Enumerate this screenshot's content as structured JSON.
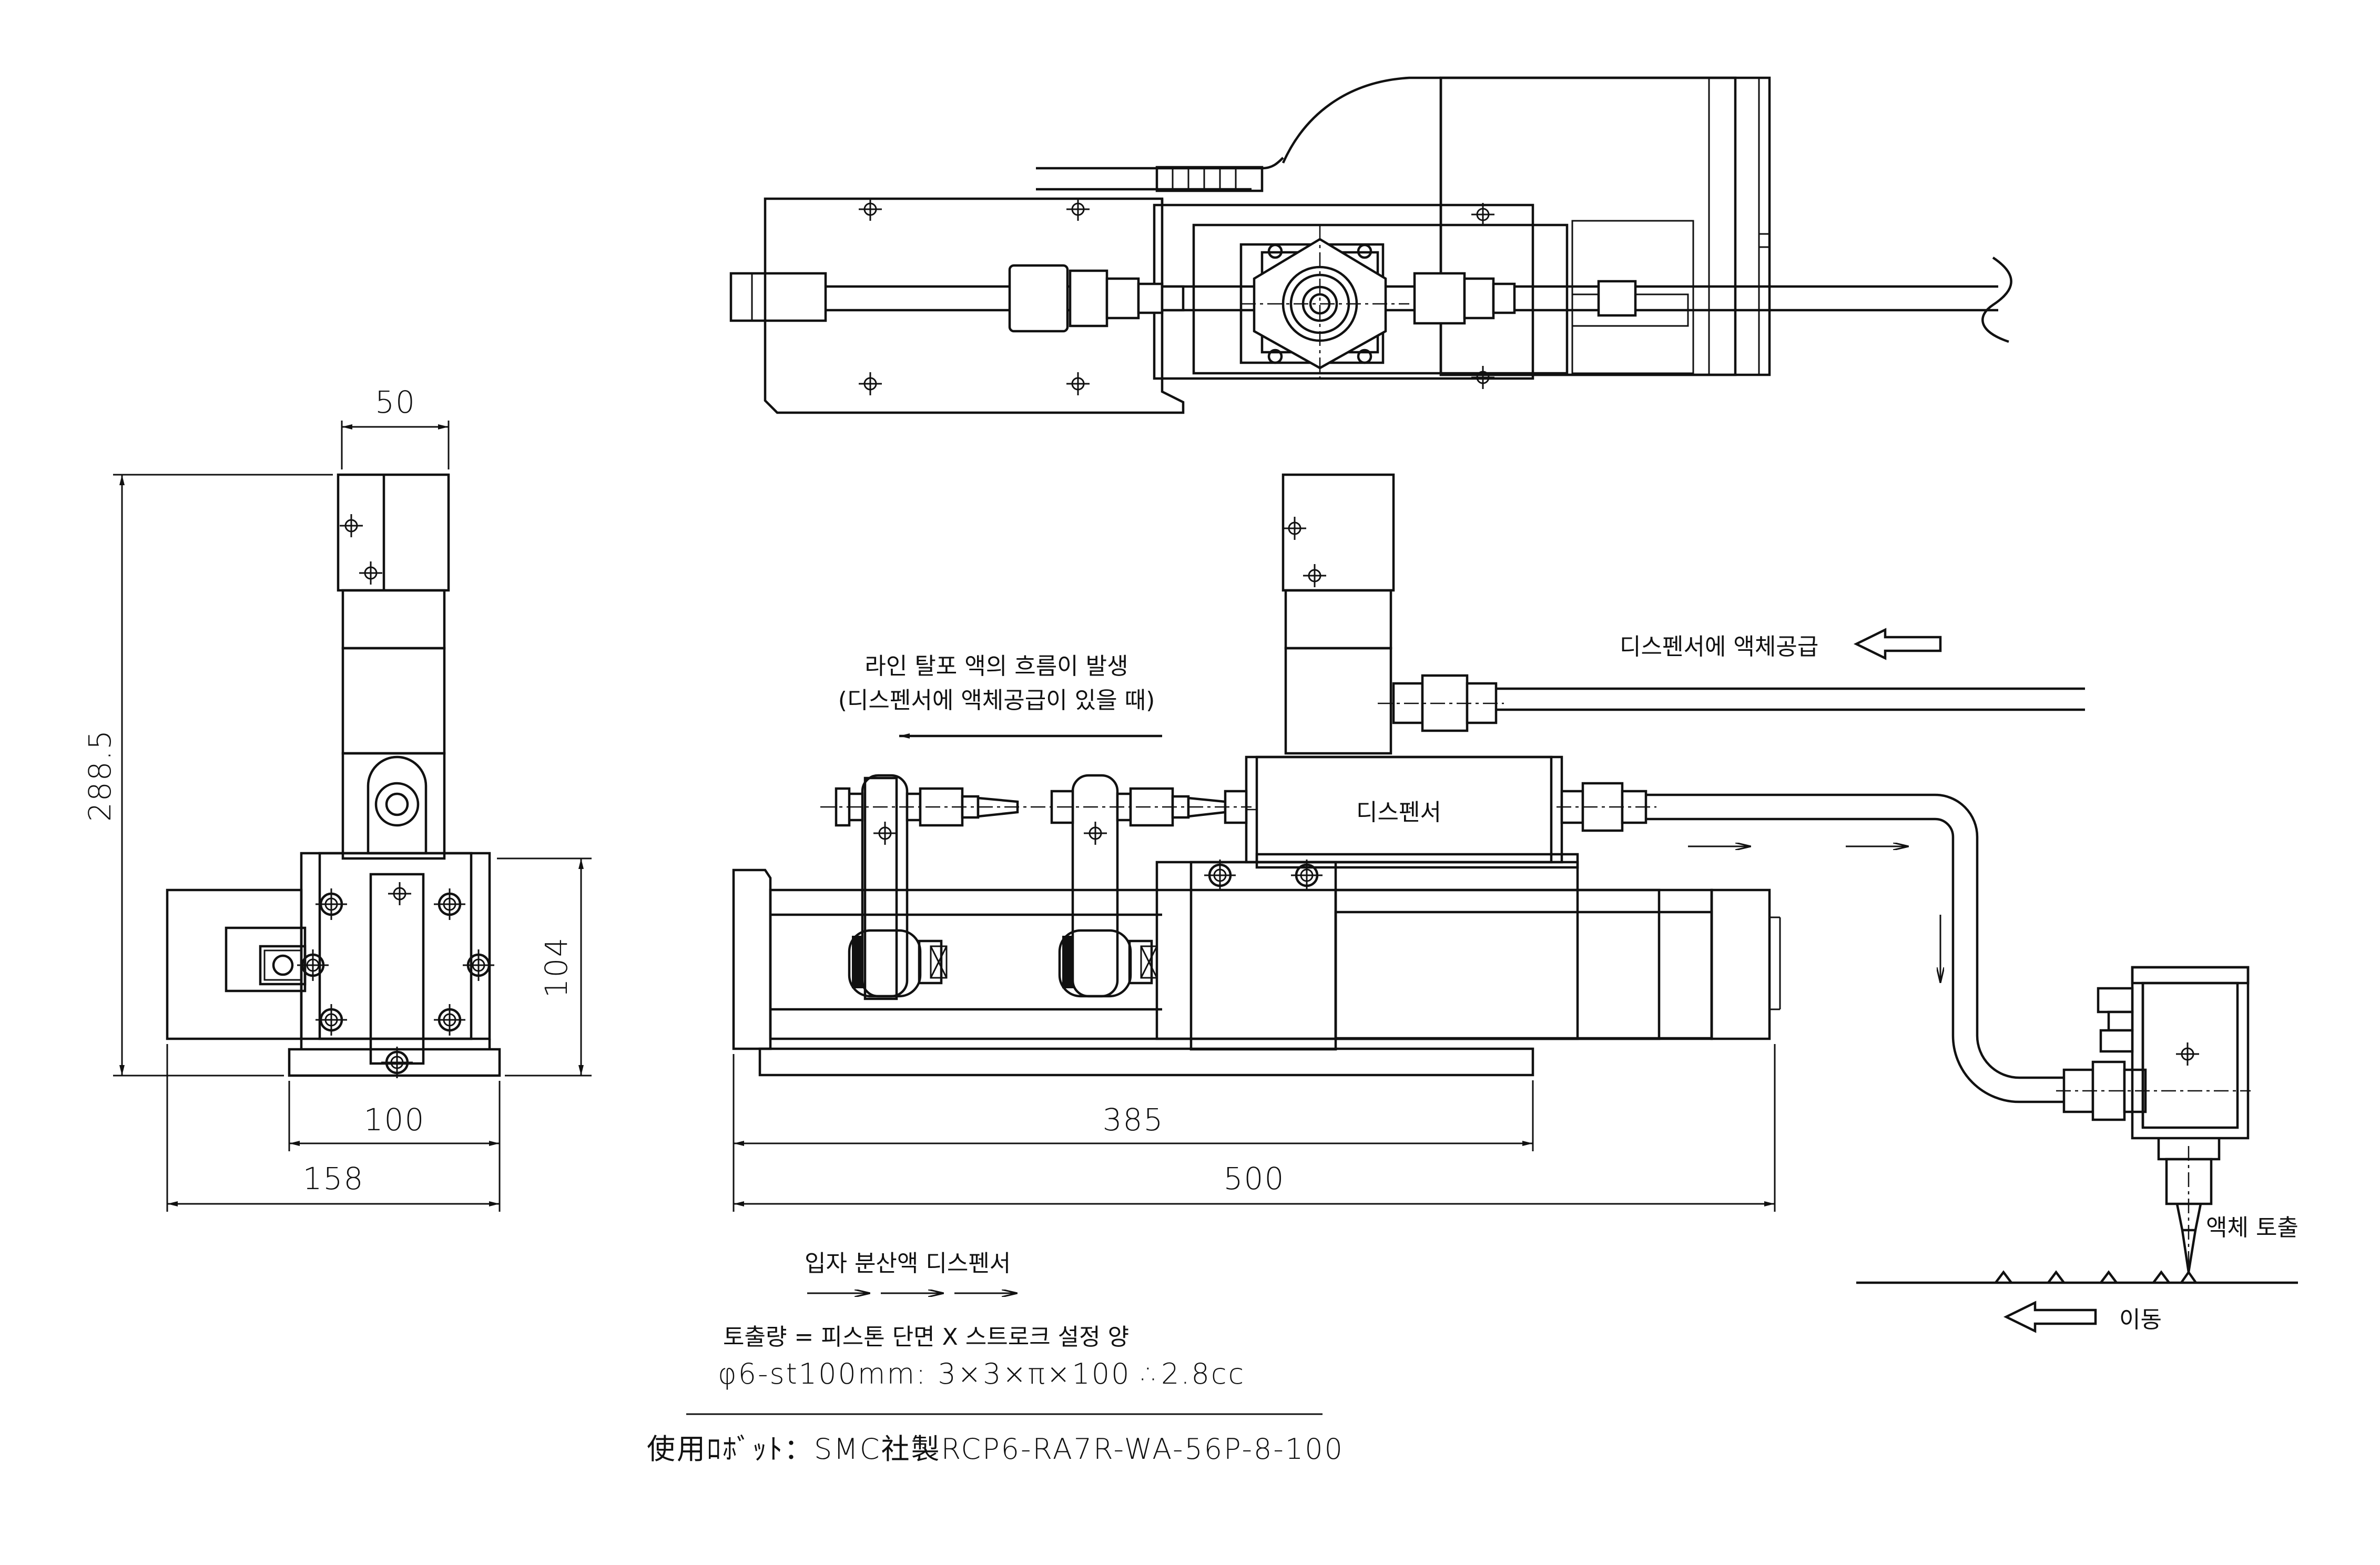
{
  "dimensions": {
    "side_width_top": "50",
    "side_height": "288.5",
    "side_base_height": "104",
    "side_base_width": "100",
    "side_total_width": "158",
    "front_rail": "385",
    "front_total": "500"
  },
  "annotations": {
    "backflow_line1": "라인 탈포 액의 흐름이 발생",
    "backflow_line2": "(디스펜서에 액체공급이 있을 때)",
    "supply": "디스펜서에 액체공급",
    "dispenser_label": "디스펜서",
    "discharge": "액체 토출",
    "movement": "이동",
    "particle_dispenser": "입자 분산액 디스펜서"
  },
  "notes": {
    "formula": "토출량 = 피스톤 단면 X 스트로크 설정 양",
    "calculation": "φ6-st100mm:  3×3×π×100  ∴2.8cc",
    "robot": "使用ﾛﾎﾞｯﾄ：SMC社製RCP6-RA7R-WA-56P-8-100"
  }
}
